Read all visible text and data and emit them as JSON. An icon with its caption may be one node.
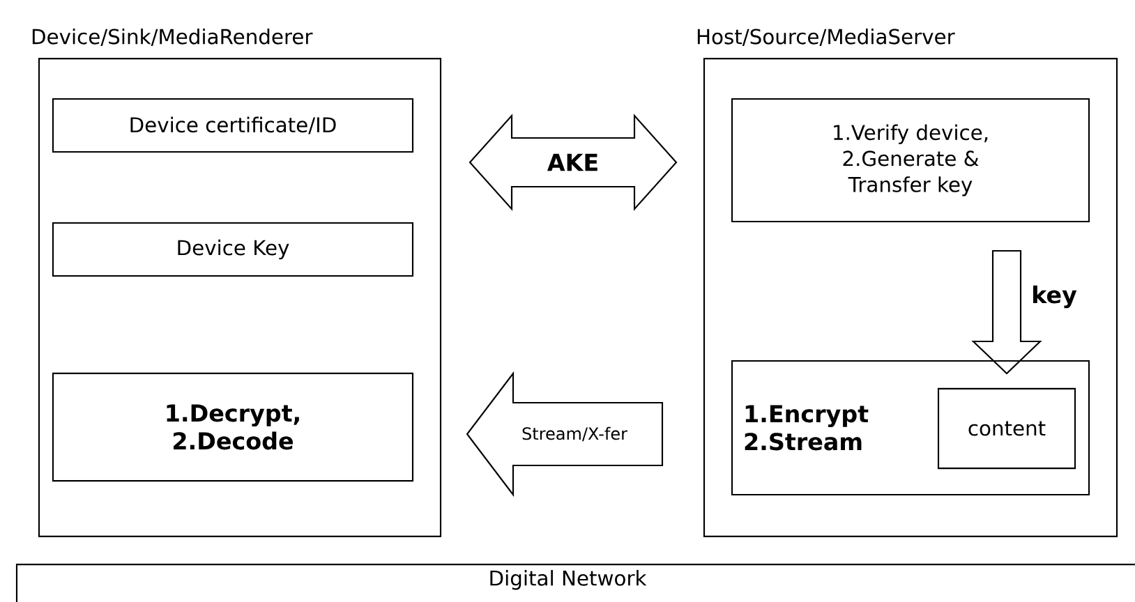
{
  "diagram": {
    "nodes": [
      {
        "text": [
          "Device/Sink/MediaRenderer"
        ]
      },
      {
        "text": [
          "Device certificate/ID"
        ],
        "in": 0
      },
      {
        "text": [
          "Device Key"
        ],
        "in": 0
      },
      {
        "text": [
          "1.Decrypt, 2.Decode"
        ],
        "in": 0
      },
      {
        "text": [
          "Host/Source/MediaServer"
        ]
      },
      {
        "text": [
          "1.Verify device, 2.Generate & Transfer key"
        ],
        "in": 4
      },
      {
        "text": [
          "1.Encrypt 2.Stream"
        ],
        "in": 4
      },
      {
        "text": [
          "content"
        ],
        "in": 6
      },
      {
        "text": [
          "Digital Network"
        ]
      }
    ],
    "edges": [
      {
        "from": 0,
        "to": 4,
        "arrow": "both",
        "label": "AKE"
      },
      {
        "from": 5,
        "to": 6,
        "arrow": "to",
        "label": "key"
      },
      {
        "from": 4,
        "to": 0,
        "arrow": "to",
        "label": "Stream/X-fer"
      }
    ]
  }
}
